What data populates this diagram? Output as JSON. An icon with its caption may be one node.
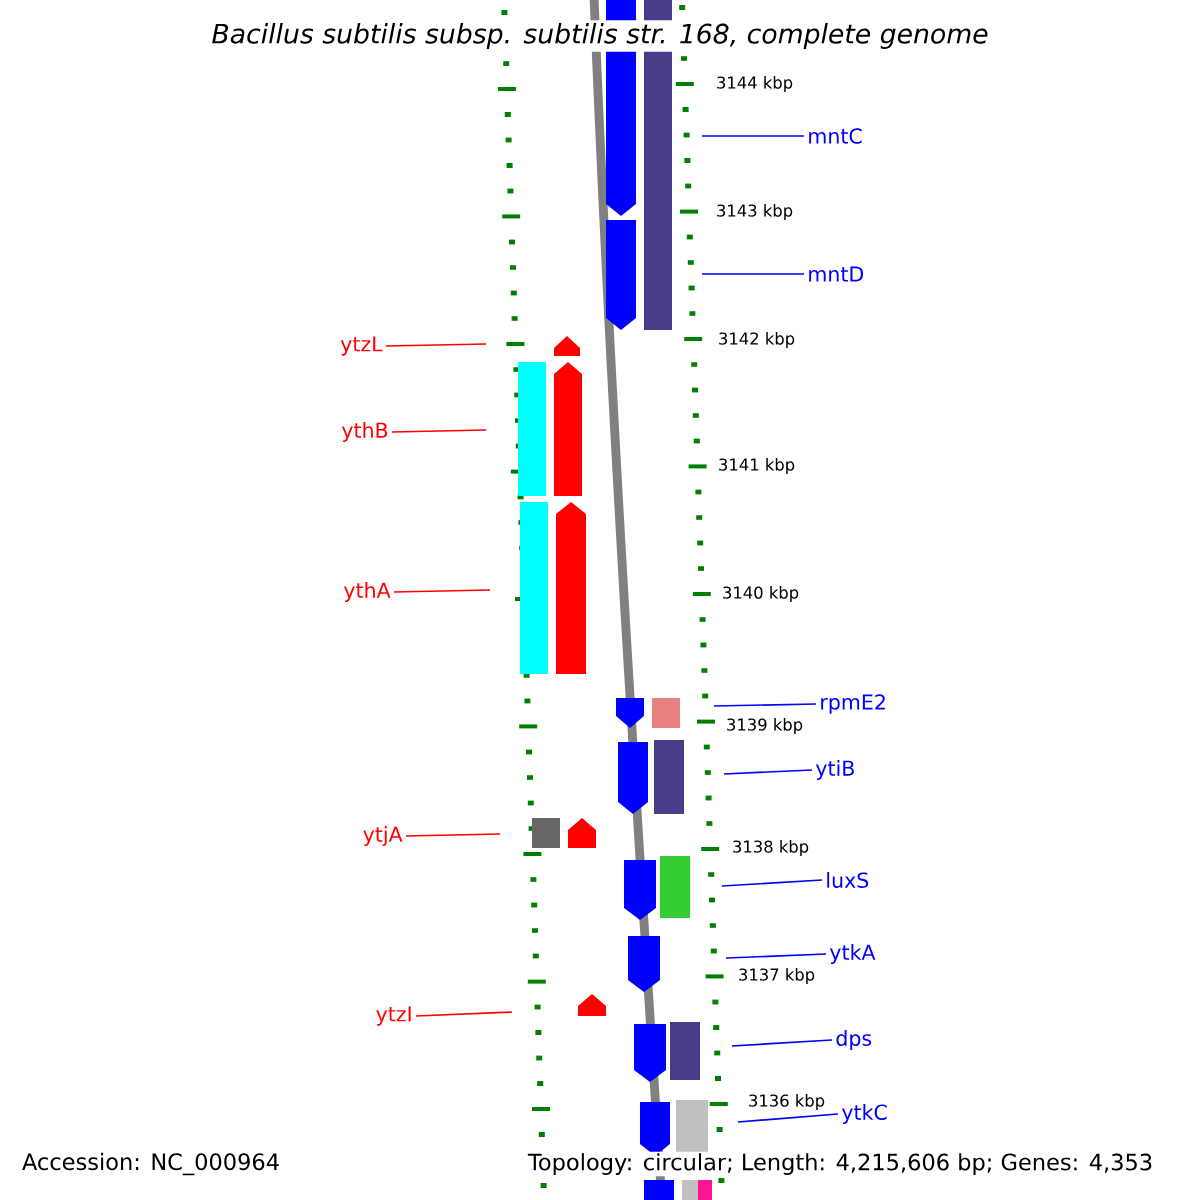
{
  "diagram": {
    "title": "Bacillus subtilis subsp. subtilis str. 168, complete genome",
    "nodes": [
      {
        "text": [
          "ytzL"
        ]
      },
      {
        "text": [
          "ythB"
        ]
      },
      {
        "text": [
          "ythA"
        ]
      },
      {
        "text": [
          "ytjA"
        ]
      },
      {
        "text": [
          "ytzI"
        ]
      },
      {
        "text": [
          "mntC"
        ]
      },
      {
        "text": [
          "mntD"
        ]
      },
      {
        "text": [
          "rpmE2"
        ]
      },
      {
        "text": [
          "ytiB"
        ]
      },
      {
        "text": [
          "luxS"
        ]
      },
      {
        "text": [
          "ytkA"
        ]
      },
      {
        "text": [
          "dps"
        ]
      },
      {
        "text": [
          "ytkC"
        ]
      },
      {
        "text": [],
        "shape": "pentagon"
      },
      {
        "text": [],
        "shape": "box"
      },
      {
        "text": [],
        "shape": "pentagon"
      },
      {
        "text": [],
        "shape": "pentagon"
      },
      {
        "text": [],
        "shape": "box"
      },
      {
        "text": [],
        "shape": "pentagon"
      },
      {
        "text": [],
        "shape": "box"
      },
      {
        "text": [],
        "shape": "pentagon"
      },
      {
        "text": [],
        "shape": "pentagon"
      },
      {
        "text": [],
        "shape": "box"
      },
      {
        "text": [],
        "shape": "pentagon"
      },
      {
        "text": [],
        "shape": "box"
      },
      {
        "text": [],
        "shape": "box"
      },
      {
        "text": [],
        "shape": "pentagon"
      },
      {
        "text": [],
        "shape": "pentagon"
      },
      {
        "text": [],
        "shape": "box"
      },
      {
        "text": [],
        "shape": "pentagon"
      },
      {
        "text": [],
        "shape": "pentagon"
      },
      {
        "text": [],
        "shape": "pentagon"
      },
      {
        "text": [],
        "shape": "box"
      },
      {
        "text": [],
        "shape": "pentagon"
      },
      {
        "text": [],
        "shape": "box"
      },
      {
        "text": [],
        "shape": "box"
      },
      {
        "text": [],
        "shape": "box"
      },
      {
        "text": [],
        "shape": "box"
      }
    ],
    "edges": [
      {
        "from": 0,
        "to": null,
        "arrow": "none",
        "color": "#ff0000"
      },
      {
        "from": 1,
        "to": null,
        "arrow": "none",
        "color": "#ff0000"
      },
      {
        "from": 2,
        "to": null,
        "arrow": "none",
        "color": "#ff0000"
      },
      {
        "from": 3,
        "to": null,
        "arrow": "none",
        "color": "#ff0000"
      },
      {
        "from": 4,
        "to": null,
        "arrow": "none",
        "color": "#ff0000"
      },
      {
        "from": 5,
        "to": null,
        "arrow": "none"
      },
      {
        "from": 6,
        "to": null,
        "arrow": "none"
      },
      {
        "from": 7,
        "to": null,
        "arrow": "none"
      },
      {
        "from": 8,
        "to": null,
        "arrow": "none"
      },
      {
        "from": 9,
        "to": null,
        "arrow": "none"
      },
      {
        "from": 10,
        "to": null,
        "arrow": "none"
      },
      {
        "from": 11,
        "to": null,
        "arrow": "none"
      },
      {
        "from": 12,
        "to": null,
        "arrow": "none"
      }
    ],
    "labels": [
      "3144 kbp",
      "3143 kbp",
      "3142 kbp",
      "3141 kbp",
      "3140 kbp",
      "3139 kbp",
      "3138 kbp",
      "3137 kbp",
      "3136 kbp",
      "Accession: NC_000964",
      "Topology: circular; Length: 4,215,606 bp; Genes: 4,353"
    ]
  }
}
